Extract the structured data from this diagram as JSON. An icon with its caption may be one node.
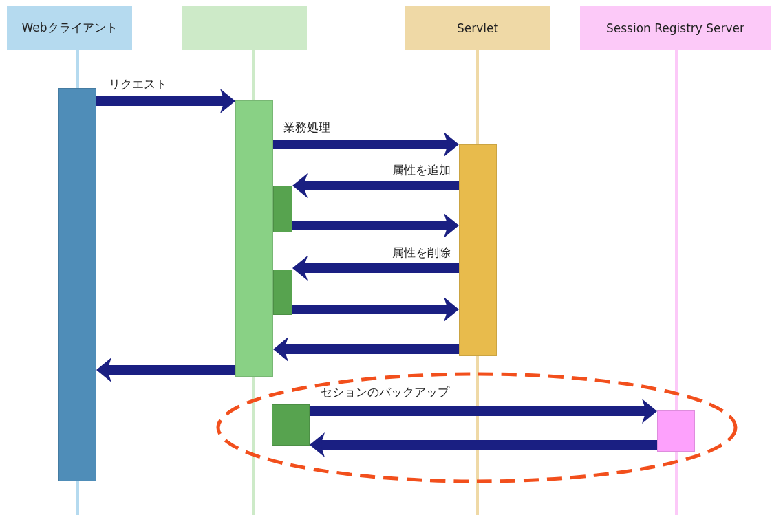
{
  "diagram": {
    "nodes": [
      {
        "text": [
          "Webクライアント"
        ]
      },
      {
        "text": [],
        "shape": "box"
      },
      {
        "text": [
          "Servlet"
        ]
      },
      {
        "text": [
          "Session Registry Server"
        ]
      },
      {
        "text": [],
        "shape": "bar"
      },
      {
        "text": [],
        "shape": "bar"
      },
      {
        "text": [],
        "shape": "bar"
      },
      {
        "text": [],
        "shape": "bar"
      },
      {
        "text": [],
        "shape": "bar"
      },
      {
        "text": [],
        "shape": "bar"
      },
      {
        "text": [],
        "shape": "bar"
      }
    ],
    "edges": [
      {
        "from": 4,
        "to": 5,
        "arrow": "to",
        "label": "リクエスト"
      },
      {
        "from": 5,
        "to": 6,
        "arrow": "to",
        "label": "業務処理"
      },
      {
        "from": 6,
        "to": 7,
        "arrow": "to",
        "label": "属性を追加"
      },
      {
        "from": 7,
        "to": 6,
        "arrow": "to"
      },
      {
        "from": 6,
        "to": 8,
        "arrow": "to",
        "label": "属性を削除"
      },
      {
        "from": 8,
        "to": 6,
        "arrow": "to"
      },
      {
        "from": 6,
        "to": 5,
        "arrow": "to"
      },
      {
        "from": 5,
        "to": 4,
        "arrow": "to"
      },
      {
        "from": 9,
        "to": 10,
        "arrow": "to",
        "label": "セションのバックアップ"
      },
      {
        "from": 10,
        "to": 9,
        "arrow": "to"
      }
    ]
  }
}
